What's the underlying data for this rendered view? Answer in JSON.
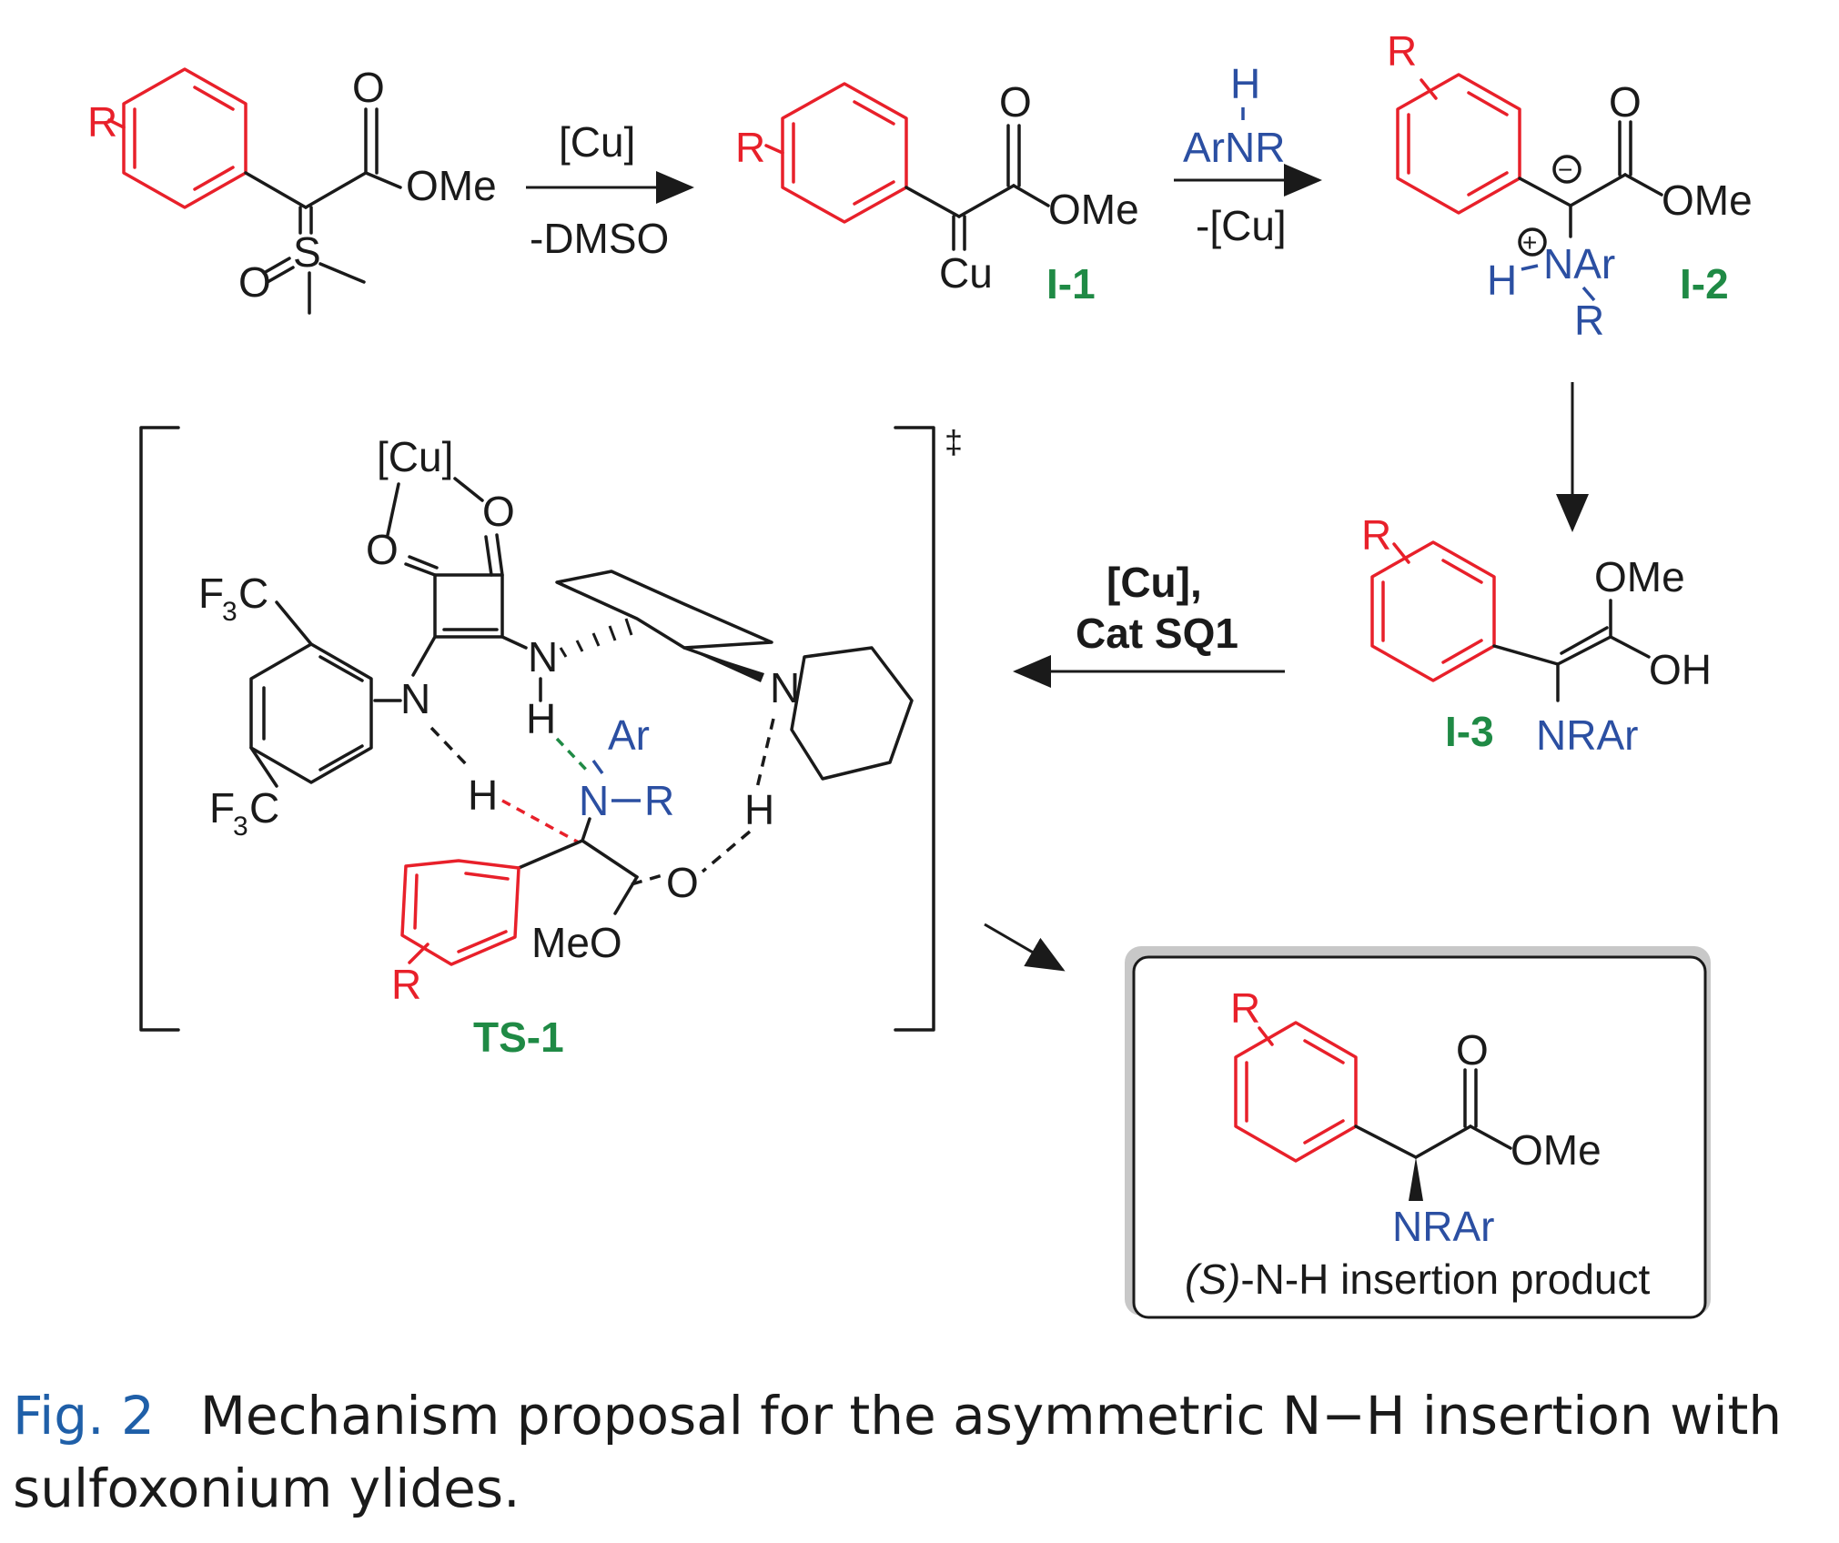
{
  "reaction": {
    "start": {
      "r": "R",
      "carbonyl_o": "O",
      "ester": "OMe",
      "sulfur": "S",
      "sulfoxide_o": "O"
    },
    "step1": {
      "reagent": "[Cu]",
      "byproduct": "-DMSO"
    },
    "i1": {
      "r": "R",
      "carbonyl_o": "O",
      "ester": "OMe",
      "metal": "Cu",
      "label": "I-1"
    },
    "step2": {
      "amine_h": "H",
      "amine": "ArNR",
      "byproduct": "-[Cu]"
    },
    "i2": {
      "r": "R",
      "carbonyl_o": "O",
      "ester": "OMe",
      "minus": "−",
      "plus": "+",
      "h": "H",
      "nar": "NAr",
      "r2": "R",
      "label": "I-2"
    },
    "i3": {
      "r": "R",
      "ome": "OMe",
      "oh": "OH",
      "nrar": "NRAr",
      "label": "I-3"
    },
    "step3": {
      "reagent1": "[Cu],",
      "reagent2": "Cat SQ1"
    },
    "ts": {
      "dagger": "‡",
      "cu": "[Cu]",
      "o1": "O",
      "o2": "O",
      "f3c_top_main": "F",
      "f3c_top_sub": "3",
      "f3c_top_c": "C",
      "f3c_bot_main": "F",
      "f3c_bot_sub": "3",
      "f3c_bot_c": "C",
      "n_aryl": "N",
      "n_cyclo": "N",
      "h_cyclo": "H",
      "n_ring": "N",
      "h_left": "H",
      "ar": "Ar",
      "nr_n": "N",
      "nr_r": "R",
      "h_right": "H",
      "o_ester": "O",
      "meo": "MeO",
      "r_aryl": "R",
      "label": "TS-1"
    },
    "product": {
      "r": "R",
      "carbonyl_o": "O",
      "ester": "OMe",
      "nrar": "NRAr",
      "caption_s": "(S)",
      "caption_rest": "-N-H insertion product"
    }
  },
  "caption": {
    "fig_label": "Fig. 2",
    "line1": "Mechanism proposal for the asymmetric N−H insertion with",
    "line2": "sulfoxonium ylides."
  },
  "colors": {
    "aryl": "#e8202a",
    "amine": "#2b4fa2",
    "compound_label": "#1f8a45",
    "ink": "#1a1a1a"
  }
}
